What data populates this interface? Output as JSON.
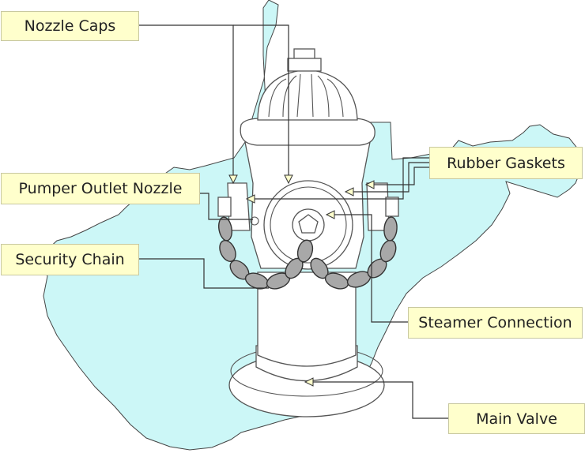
{
  "labels": {
    "nozzle_caps": "Nozzle Caps",
    "pumper_outlet_nozzle": "Pumper Outlet Nozzle",
    "security_chain": "Security Chain",
    "rubber_gaskets": "Rubber Gaskets",
    "steamer_connection": "Steamer Connection",
    "main_valve": "Main Valve"
  },
  "colors": {
    "map_fill": "#ccf7f7",
    "label_fill": "#ffffcc",
    "chain_fill": "#a8a8a8"
  }
}
